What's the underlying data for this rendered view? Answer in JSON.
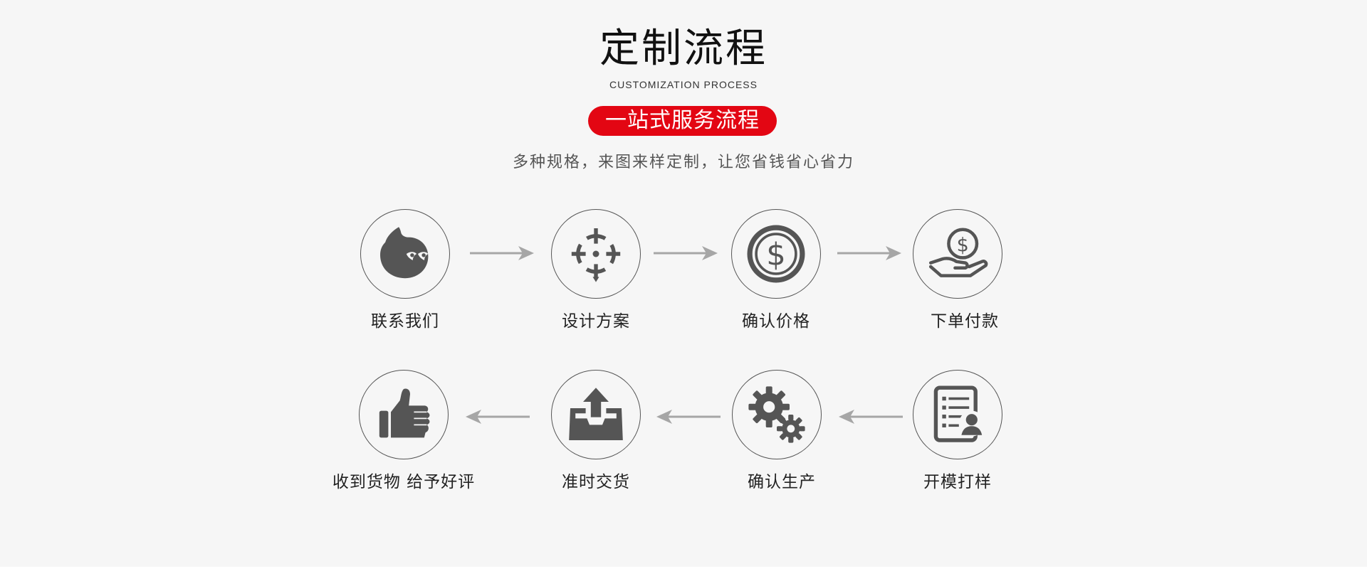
{
  "header": {
    "title": "定制流程",
    "subtitle": "CUSTOMIZATION PROCESS",
    "badge": "一站式服务流程",
    "tagline": "多种规格，来图来样定制，让您省钱省心省力"
  },
  "colors": {
    "accent": "#e30613",
    "icon": "#555555",
    "arrow": "#a6a6a6",
    "panel": "#f6f6f6"
  },
  "steps": [
    {
      "label": "联系我们",
      "icon": "chat-bubble-icon"
    },
    {
      "label": "设计方案",
      "icon": "crosshair-icon"
    },
    {
      "label": "确认价格",
      "icon": "dollar-coin-icon"
    },
    {
      "label": "下单付款",
      "icon": "hand-coin-icon"
    },
    {
      "label": "开模打样",
      "icon": "document-user-icon"
    },
    {
      "label": "确认生产",
      "icon": "gears-icon"
    },
    {
      "label": "准时交货",
      "icon": "tray-upload-icon"
    },
    {
      "label": "收到货物 给予好评",
      "icon": "thumbs-up-icon"
    }
  ]
}
